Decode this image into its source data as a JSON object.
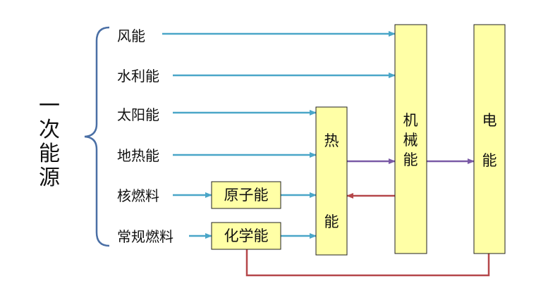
{
  "title": "一次能源",
  "sources": [
    {
      "label": "风能"
    },
    {
      "label": "水利能"
    },
    {
      "label": "太阳能"
    },
    {
      "label": "地热能"
    },
    {
      "label": "核燃料"
    },
    {
      "label": "常规燃料"
    }
  ],
  "boxes": {
    "nuclear": "原子能",
    "chemical": "化学能",
    "heat_top": "热",
    "heat_bottom": "能",
    "mechanical": [
      "机",
      "械",
      "能"
    ],
    "electric": [
      "电",
      "能"
    ]
  },
  "colors": {
    "blue_arrow": "#4aa6c8",
    "purple_arrow": "#7a5aa6",
    "red_arrow": "#b5474a",
    "bracket": "#4a6fa5",
    "box_fill": "#ffffa6"
  }
}
